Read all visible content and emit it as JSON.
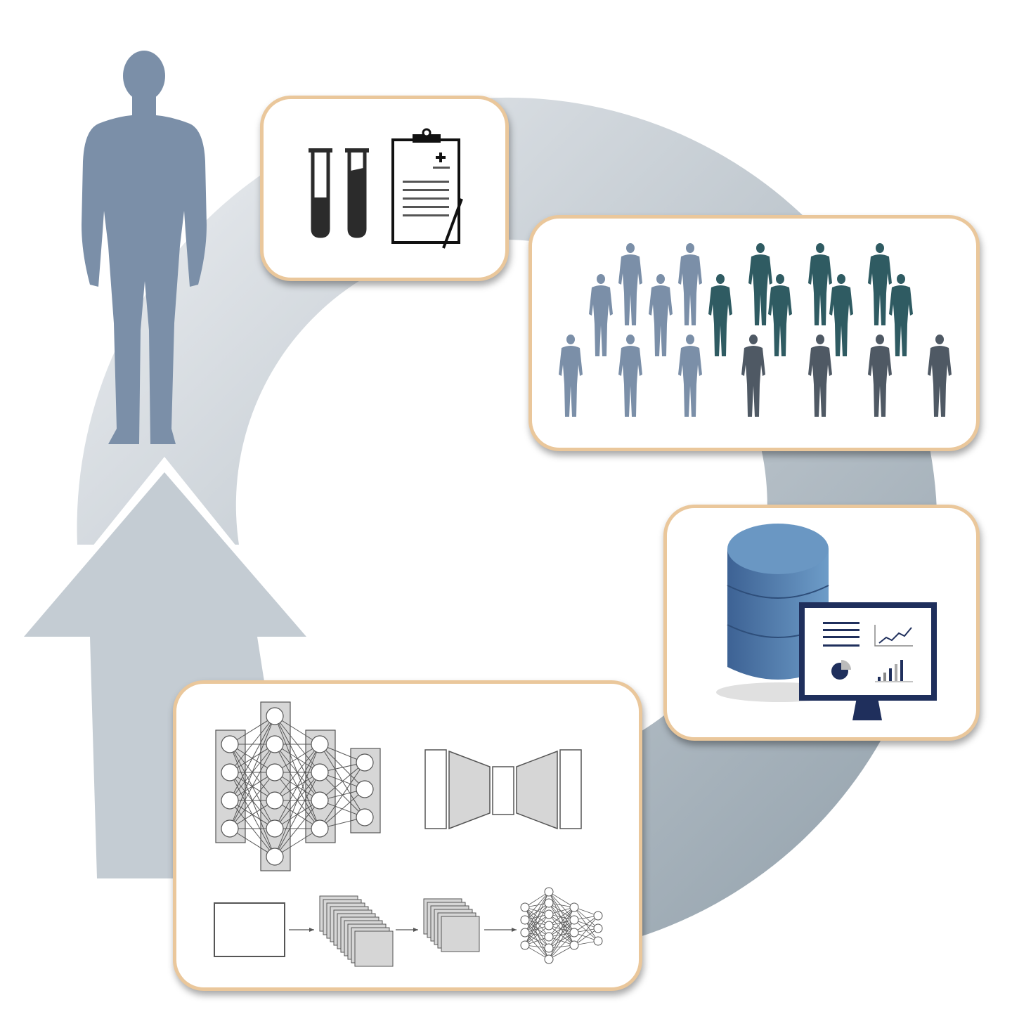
{
  "colors": {
    "cycle_start": "#eef0f3",
    "cycle_end": "#8f9ea9",
    "arrow": "#c4ccd3",
    "person_main": "#7b8fa8",
    "cohort_group_a": "#7b8fa8",
    "cohort_group_b": "#2f5b62",
    "cohort_group_c": "#4f5964",
    "panel_border": "#eac79b",
    "tube": "#2b2b2b",
    "database": "#4c76a6",
    "monitor": "#1f2f5c",
    "network_fill": "#d6d6d6",
    "network_stroke": "#555555"
  },
  "icons": [
    "person-silhouette-icon",
    "test-tube-icon",
    "clipboard-medical-record-icon",
    "cohort-people-icon",
    "database-cylinder-icon",
    "monitor-dashboard-icon",
    "pie-chart-icon",
    "line-chart-icon",
    "bar-chart-icon",
    "fully-connected-network-icon",
    "autoencoder-icon",
    "cnn-pipeline-icon"
  ],
  "panels": {
    "tests": "blood-tests-and-medical-record",
    "cohort": "patient-cohort",
    "database": "database-and-analytics",
    "models": "machine-learning-models"
  }
}
